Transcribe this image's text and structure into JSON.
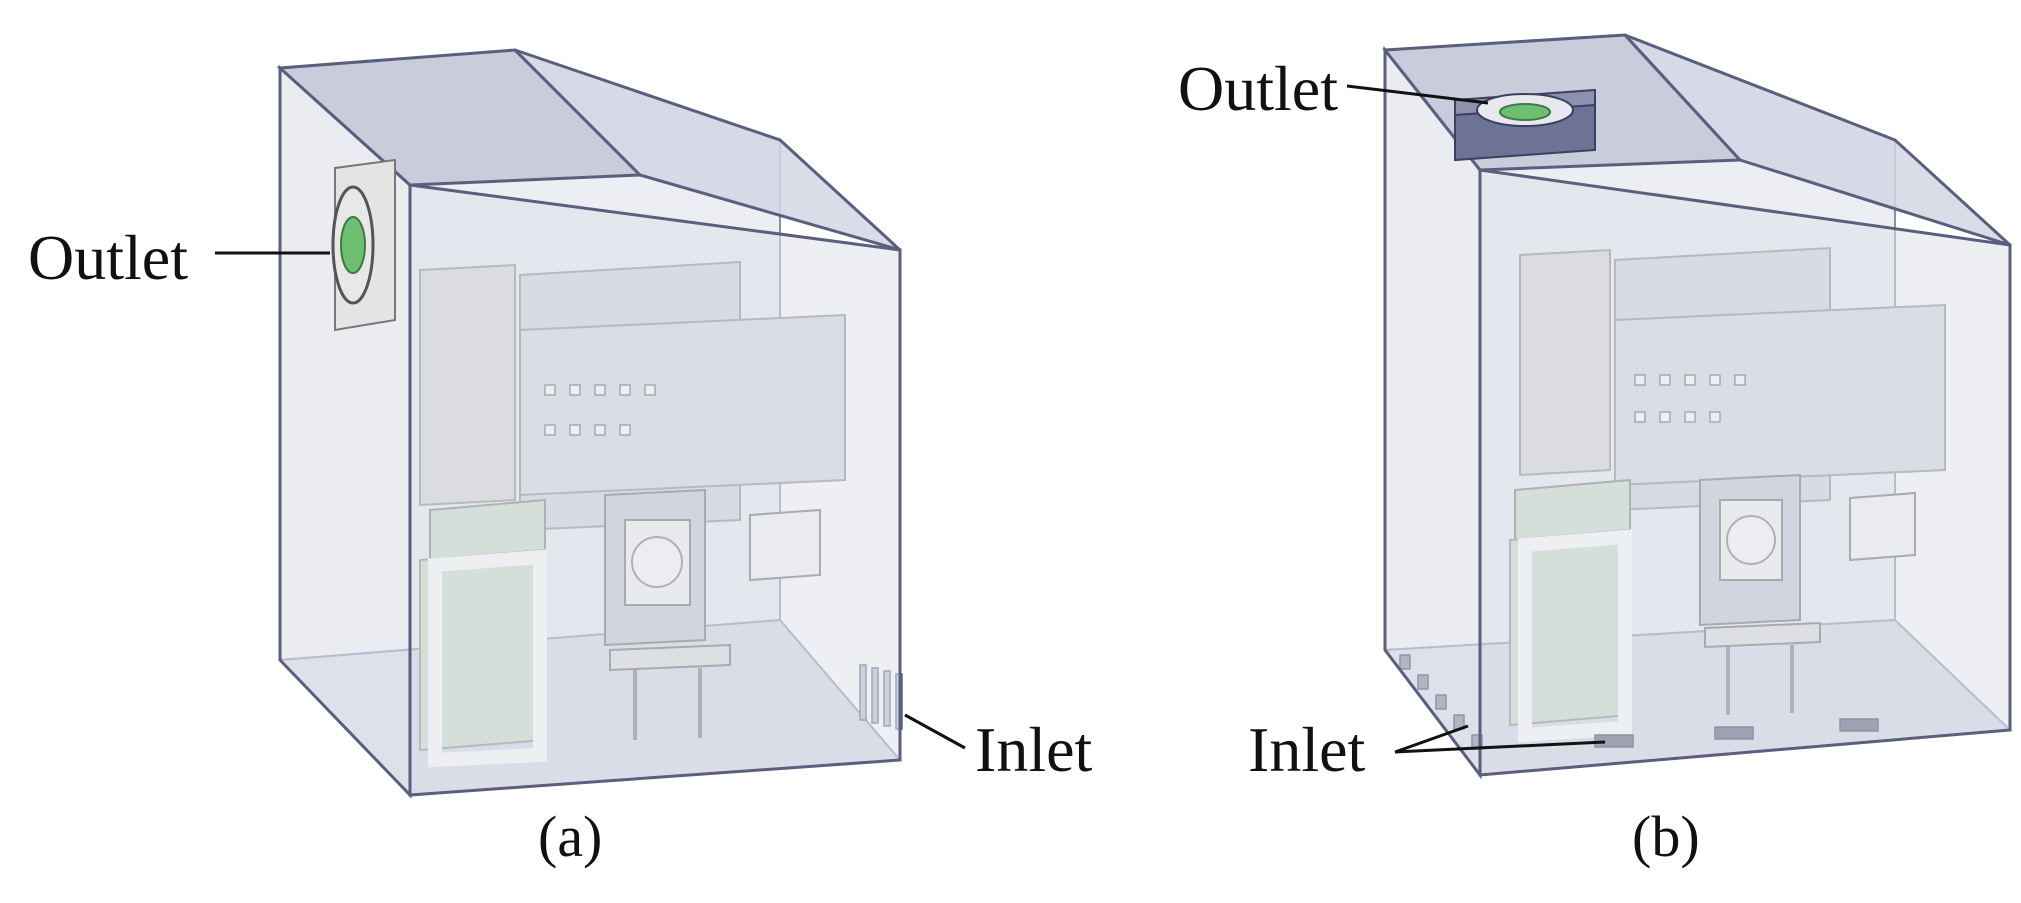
{
  "figure": {
    "panels": [
      {
        "id": "a",
        "caption": "(a)",
        "outlet_label": "Outlet",
        "inlet_label": "Inlet",
        "outlet_position": "side wall, upper left",
        "inlet_position": "lower right corner"
      },
      {
        "id": "b",
        "caption": "(b)",
        "outlet_label": "Outlet",
        "inlet_label": "Inlet",
        "outlet_position": "top face",
        "inlet_position": "bottom edge, multiple vents"
      }
    ],
    "colors": {
      "enclosure_fill": "#d9dbe6",
      "enclosure_edge": "#5a5f7e",
      "component_fill": "#c9ccd9",
      "board_gray": "#cfcfcf",
      "green_board": "#c6dcc3",
      "outlet_green": "#6fbf73",
      "vent_dark": "#4e5677"
    }
  }
}
